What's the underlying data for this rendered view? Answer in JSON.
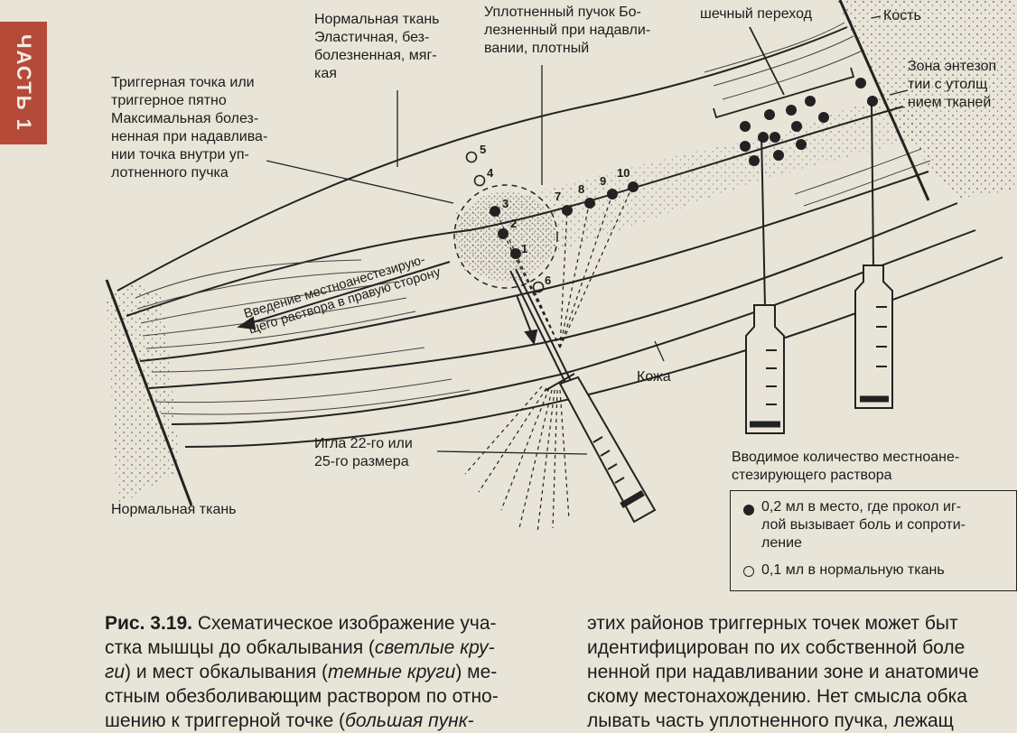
{
  "chapter_tab": "ЧАСТЬ 1",
  "labels": {
    "normal_tissue_top": "Нормальная ткань\nЭластичная, без-\nболезненная, мяг-\nкая",
    "compact_bundle": "Уплотненный пучок Бо-\nлезненный при надавли-\nвании, плотный",
    "transition": "шечный переход",
    "bone": "Кость",
    "enthesopathy": "Зона энтезоп\nтии с утолщ\nнием тканей",
    "trigger_point": "Триггерная точка или\nтриггерное пятно\nМаксимальная болез-\nненная при надавлива-\nнии точка внутри уп-\nлотненного пучка",
    "injection_direction": "Введение местноанестезирую-\nщего раствора в правую сторону",
    "skin": "Кожа",
    "needle": "Игла 22-го или\n25-го размера",
    "normal_tissue_bottom": "Нормальная ткань"
  },
  "point_numbers": [
    "1",
    "2",
    "3",
    "4",
    "5",
    "6",
    "7",
    "8",
    "9",
    "10"
  ],
  "legend": {
    "title": "Вводимое количество местноане-\nстезирующего раствора",
    "dark_item": "0,2 мл в место, где прокол иг-\nлой вызывает боль и сопроти-\nление",
    "light_item": "0,1 мл в нормальную ткань"
  },
  "caption": {
    "figure_label": "Рис. 3.19.",
    "line1": " Схематическое изображение уча-",
    "line2_a": "стка мышцы до обкалывания (",
    "line2_i": "светлые кру-",
    "line3_i": "ги",
    "line3_b": ") и мест обкалывания (",
    "line3_i2": "темные круги",
    "line3_c": ") ме-",
    "line4": "стным обезболивающим раствором по отно-",
    "line5_a": "шению к триггерной точке (",
    "line5_i": "большая пунк-"
  },
  "body_text": [
    "этих районов триггерных точек может быт",
    "идентифицирован по их собственной боле",
    "ненной при надавливании зоне и анатомиче",
    "скому местонахождению. Нет смысла обка",
    "лывать часть уплотненного пучка, лежащ"
  ]
}
